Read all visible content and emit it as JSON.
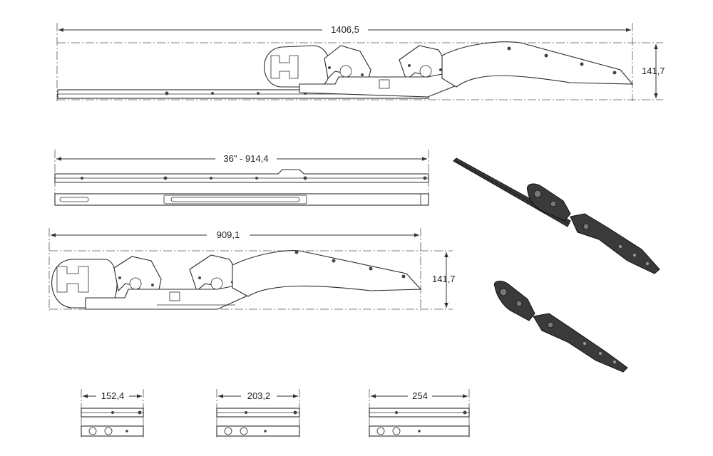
{
  "dimensions": {
    "top_length": "1406,5",
    "top_height": "141,7",
    "rail_length": "36\" - 914,4",
    "mid_length": "909,1",
    "mid_height": "141,7",
    "short1": "152,4",
    "short2": "203,2",
    "short3": "254"
  },
  "colors": {
    "line": "#2a2a2a",
    "iso_fill": "#3a3a3a"
  }
}
